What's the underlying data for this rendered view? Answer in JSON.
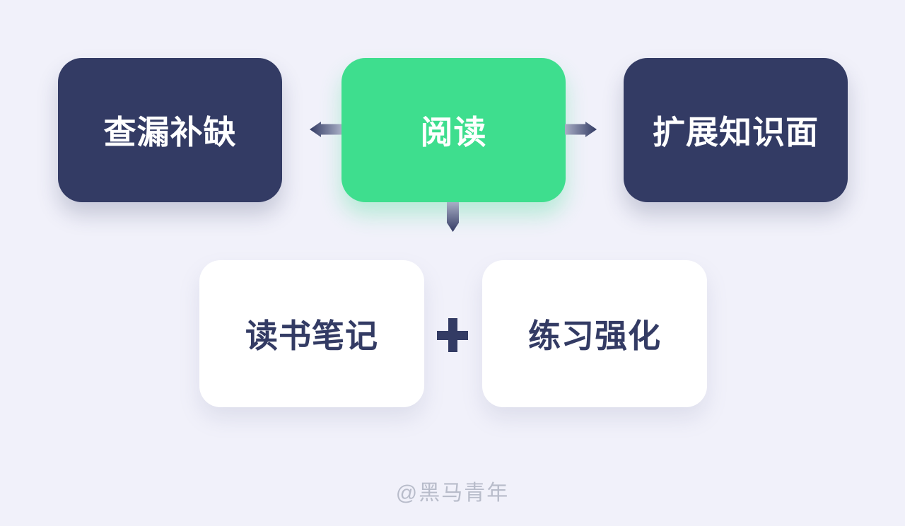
{
  "colors": {
    "background": "#F1F1FA",
    "node_dark": "#333B64",
    "node_green": "#3EDE8E",
    "node_white": "#FFFFFF",
    "node_text_light": "#FFFFFF",
    "node_text_dark": "#333B64",
    "arrow_gradient_light": "#A8AEC5",
    "arrow_gradient_dark": "#333B64",
    "watermark_gray": "#B8BCCA"
  },
  "nodes": {
    "center": {
      "label": "阅读"
    },
    "left": {
      "label": "查漏补缺"
    },
    "right": {
      "label": "扩展知识面"
    },
    "bottom_left": {
      "label": "读书笔记"
    },
    "bottom_right": {
      "label": "练习强化"
    }
  },
  "operators": {
    "plus": "+"
  },
  "footer": {
    "watermark": "@黑马青年"
  }
}
